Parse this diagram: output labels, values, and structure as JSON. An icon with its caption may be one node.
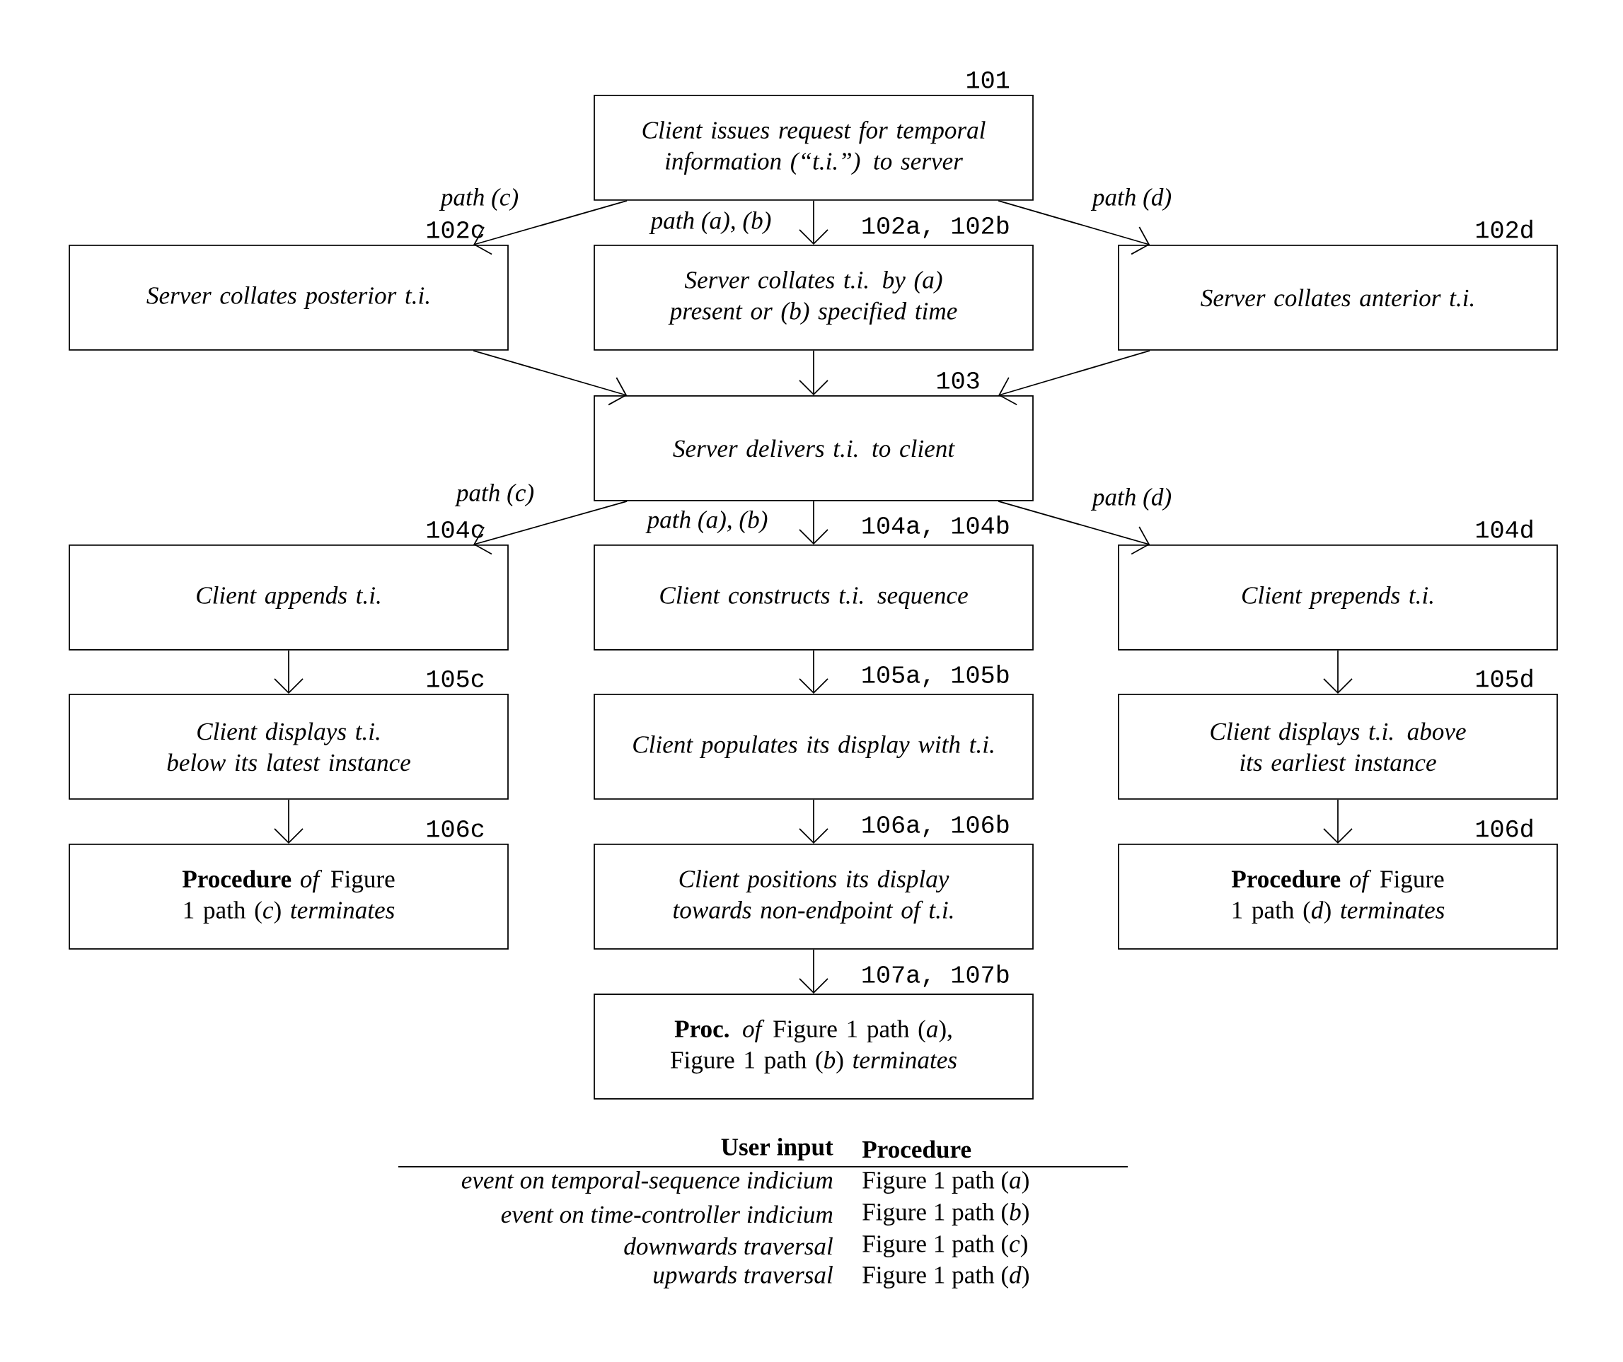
{
  "diagram": {
    "nodes": [
      {
        "text": [
          "Client issues request for temporal information (“t.i.”) to server"
        ],
        "beside": [
          "101"
        ]
      },
      {
        "text": [
          "Server collates posterior t.i."
        ],
        "beside": [
          "102c"
        ]
      },
      {
        "text": [
          "Server collates t.i. by (a) present or (b) specified time"
        ],
        "beside": [
          "102a, 102b"
        ]
      },
      {
        "text": [
          "Server collates anterior t.i."
        ],
        "beside": [
          "102d"
        ]
      },
      {
        "text": [
          "Server delivers t.i. to client"
        ],
        "beside": [
          "103"
        ]
      },
      {
        "text": [
          "Client appends t.i."
        ],
        "beside": [
          "104c"
        ]
      },
      {
        "text": [
          "Client constructs t.i. sequence"
        ],
        "beside": [
          "104a, 104b"
        ]
      },
      {
        "text": [
          "Client prepends t.i."
        ],
        "beside": [
          "104d"
        ]
      },
      {
        "text": [
          "Client displays t.i. below its latest instance"
        ],
        "beside": [
          "105c"
        ]
      },
      {
        "text": [
          "Client populates its display with t.i."
        ],
        "beside": [
          "105a, 105b"
        ]
      },
      {
        "text": [
          "Client displays t.i. above its earliest instance"
        ],
        "beside": [
          "105d"
        ]
      },
      {
        "text": [
          "**Procedure** *of* Figure 1 path (*c*) *terminates*"
        ],
        "beside": [
          "106c"
        ]
      },
      {
        "text": [
          "Client positions its display towards non-endpoint of t.i."
        ],
        "beside": [
          "106a, 106b"
        ]
      },
      {
        "text": [
          "**Procedure** *of* Figure 1 path (*d*) *terminates*"
        ],
        "beside": [
          "106d"
        ]
      },
      {
        "text": [
          "**Proc.** *of* Figure 1 path (*a*), Figure 1 path (*b*) *terminates*"
        ],
        "beside": [
          "107a, 107b"
        ]
      }
    ],
    "edges": [
      {
        "from": 0,
        "to": 1,
        "arrow": "to",
        "label": "path (c)"
      },
      {
        "from": 0,
        "to": 2,
        "arrow": "to",
        "label": "path (a), (b)"
      },
      {
        "from": 0,
        "to": 3,
        "arrow": "to",
        "label": "path (d)"
      },
      {
        "from": 1,
        "to": 4,
        "arrow": "to"
      },
      {
        "from": 2,
        "to": 4,
        "arrow": "to"
      },
      {
        "from": 3,
        "to": 4,
        "arrow": "to"
      },
      {
        "from": 4,
        "to": 5,
        "arrow": "to",
        "label": "path (c)"
      },
      {
        "from": 4,
        "to": 6,
        "arrow": "to",
        "label": "path (a), (b)"
      },
      {
        "from": 4,
        "to": 7,
        "arrow": "to",
        "label": "path (d)"
      },
      {
        "from": 5,
        "to": 8,
        "arrow": "to"
      },
      {
        "from": 6,
        "to": 9,
        "arrow": "to"
      },
      {
        "from": 7,
        "to": 10,
        "arrow": "to"
      },
      {
        "from": 8,
        "to": 11,
        "arrow": "to"
      },
      {
        "from": 9,
        "to": 12,
        "arrow": "to"
      },
      {
        "from": 10,
        "to": 13,
        "arrow": "to"
      },
      {
        "from": 12,
        "to": 14,
        "arrow": "to"
      }
    ],
    "labels": [
      "User input",
      "Procedure",
      "event on temporal-sequence indicium",
      "Figure 1 path (*a*)",
      "event on time-controller indicium",
      "Figure 1 path (*b*)",
      "downwards traversal",
      "Figure 1 path (*c*)",
      "upwards traversal",
      "Figure 1 path (*d*)"
    ]
  }
}
